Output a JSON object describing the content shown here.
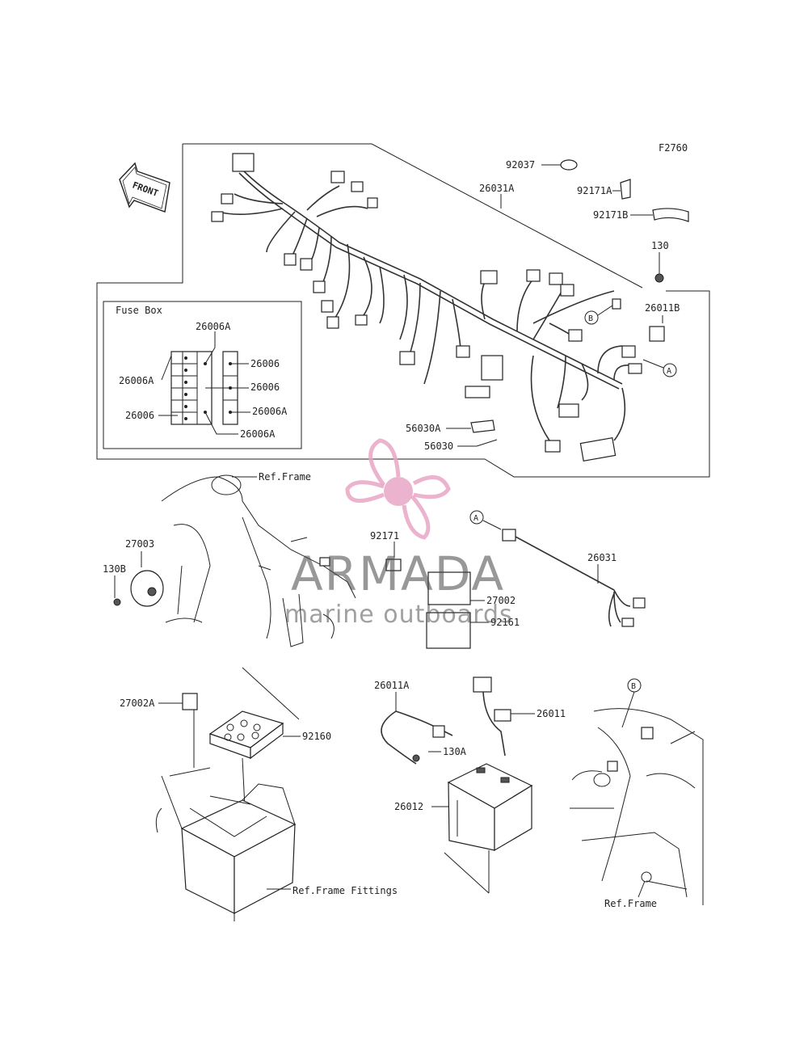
{
  "figure_code": "F2760",
  "front_label": "FRONT",
  "fuse_box": {
    "title": "Fuse Box",
    "labels": [
      "26006A",
      "26006",
      "26006A",
      "26006",
      "26006",
      "26006A",
      "26006A"
    ]
  },
  "parts": {
    "p92037": "92037",
    "p26031A": "26031A",
    "p92171A": "92171A",
    "p92171B": "92171B",
    "p130": "130",
    "p26011B": "26011B",
    "p56030A": "56030A",
    "p56030": "56030",
    "p27003": "27003",
    "p130B": "130B",
    "p92171": "92171",
    "p27002": "27002",
    "p92161": "92161",
    "p26031": "26031",
    "p27002A": "27002A",
    "p92160": "92160",
    "p26011A": "26011A",
    "p26011": "26011",
    "p130A": "130A",
    "p26012": "26012"
  },
  "callouts": {
    "a": "A",
    "b": "B"
  },
  "refs": {
    "frame": "Ref.Frame",
    "frame_fittings": "Ref.Frame Fittings",
    "frame2": "Ref.Frame"
  },
  "watermark": {
    "title": "ARMADA",
    "subtitle": "marine outboards",
    "accent": "#e8a6c4"
  }
}
